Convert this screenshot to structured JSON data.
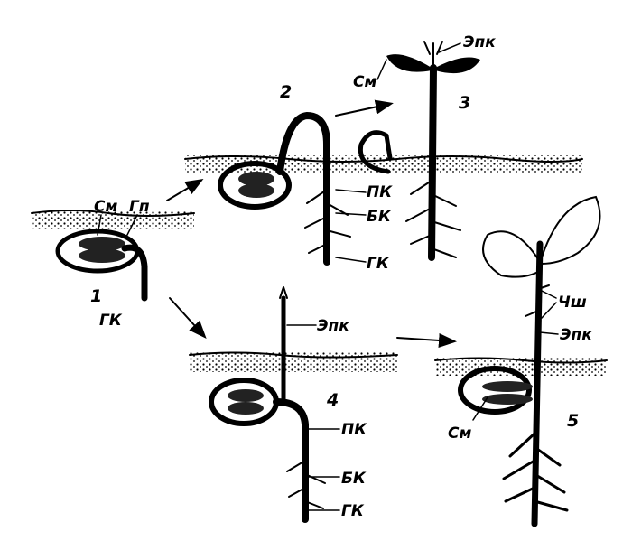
{
  "stages": [
    {
      "number": "1",
      "labels": {
        "cotyledon": "См",
        "hypocotyl": "Гп",
        "main_root": "ГК"
      }
    },
    {
      "number": "2",
      "labels": {
        "hypocotyl_root": "ПК",
        "lateral_roots": "БК",
        "main_root": "ГК"
      }
    },
    {
      "number": "3",
      "labels": {
        "cotyledon": "См",
        "epicotyl": "Эпк"
      }
    },
    {
      "number": "4",
      "labels": {
        "epicotyl": "Эпк",
        "hypocotyl_root": "ПК",
        "lateral_roots": "БК",
        "main_root": "ГК"
      }
    },
    {
      "number": "5",
      "labels": {
        "scales": "Чш",
        "epicotyl": "Эпк",
        "cotyledon": "См"
      }
    }
  ]
}
